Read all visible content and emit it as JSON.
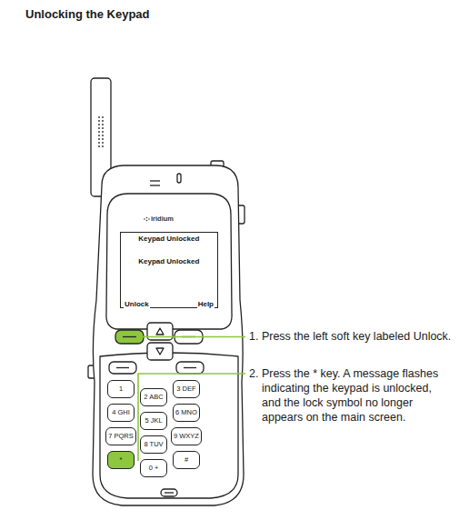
{
  "diagram": {
    "title": "Unlocking the Keypad",
    "nodes": [
      {
        "text": [
          "Keypad Unlocked",
          "Keypad Unlocked",
          "Unlock",
          "Help"
        ]
      },
      {
        "text": [
          "1"
        ]
      },
      {
        "text": [
          "2 ABC"
        ]
      },
      {
        "text": [
          "3 DEF"
        ]
      },
      {
        "text": [
          "4 GHI"
        ]
      },
      {
        "text": [
          "5 JKL"
        ]
      },
      {
        "text": [
          "6 MNO"
        ]
      },
      {
        "text": [
          "7 PQRS"
        ]
      },
      {
        "text": [
          "8 TUV"
        ]
      },
      {
        "text": [
          "9 WXYZ"
        ]
      },
      {
        "text": [
          "*"
        ]
      },
      {
        "text": [
          "0 +"
        ]
      },
      {
        "text": [
          "#"
        ]
      }
    ],
    "labels": [
      "iridium",
      "1. Press the left soft key labeled Unlock.",
      "2. Press the * key. A message flashes indicating the keypad is unlocked, and the lock symbol no longer appears on the main screen."
    ]
  }
}
